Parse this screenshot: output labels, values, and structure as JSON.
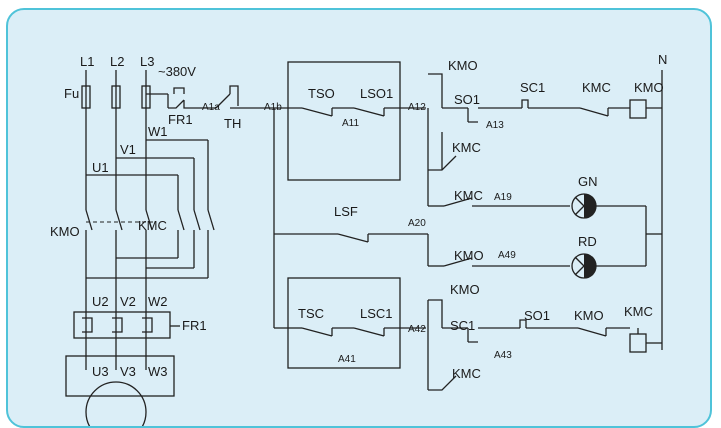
{
  "labels": {
    "L1": "L1",
    "L2": "L2",
    "L3": "L3",
    "Fu": "Fu",
    "voltage": "~380V",
    "FR1": "FR1",
    "A1a": "A1a",
    "TH": "TH",
    "A1b": "A1b",
    "W1": "W1",
    "V1": "V1",
    "U1": "U1",
    "KMO_main": "KMO",
    "KMC_main": "KMC",
    "U2": "U2",
    "V2": "V2",
    "W2": "W2",
    "FR1_relay": "FR1",
    "U3": "U3",
    "V3": "V3",
    "W3": "W3",
    "TSO": "TSO",
    "LSO1": "LSO1",
    "A11": "A11",
    "A12": "A12",
    "KMO_top": "KMO",
    "SO1_top": "SO1",
    "A13": "A13",
    "SC1_top": "SC1",
    "KMC_top": "KMC",
    "KMO_coil": "KMO",
    "N": "N",
    "KMC_a19": "KMC",
    "KMC_a19b": "KMC",
    "A19": "A19",
    "GN": "GN",
    "LSF": "LSF",
    "A20": "A20",
    "KMO_a49": "KMO",
    "A49": "A49",
    "RD": "RD",
    "KMO_bot": "KMO",
    "TSC": "TSC",
    "LSC1": "LSC1",
    "A42": "A42",
    "SC1_bot": "SC1",
    "A43": "A43",
    "SO1_bot": "SO1",
    "KMO_bot2": "KMO",
    "KMC_coil": "KMC",
    "A41": "A41",
    "KMC_bottom": "KMC"
  }
}
